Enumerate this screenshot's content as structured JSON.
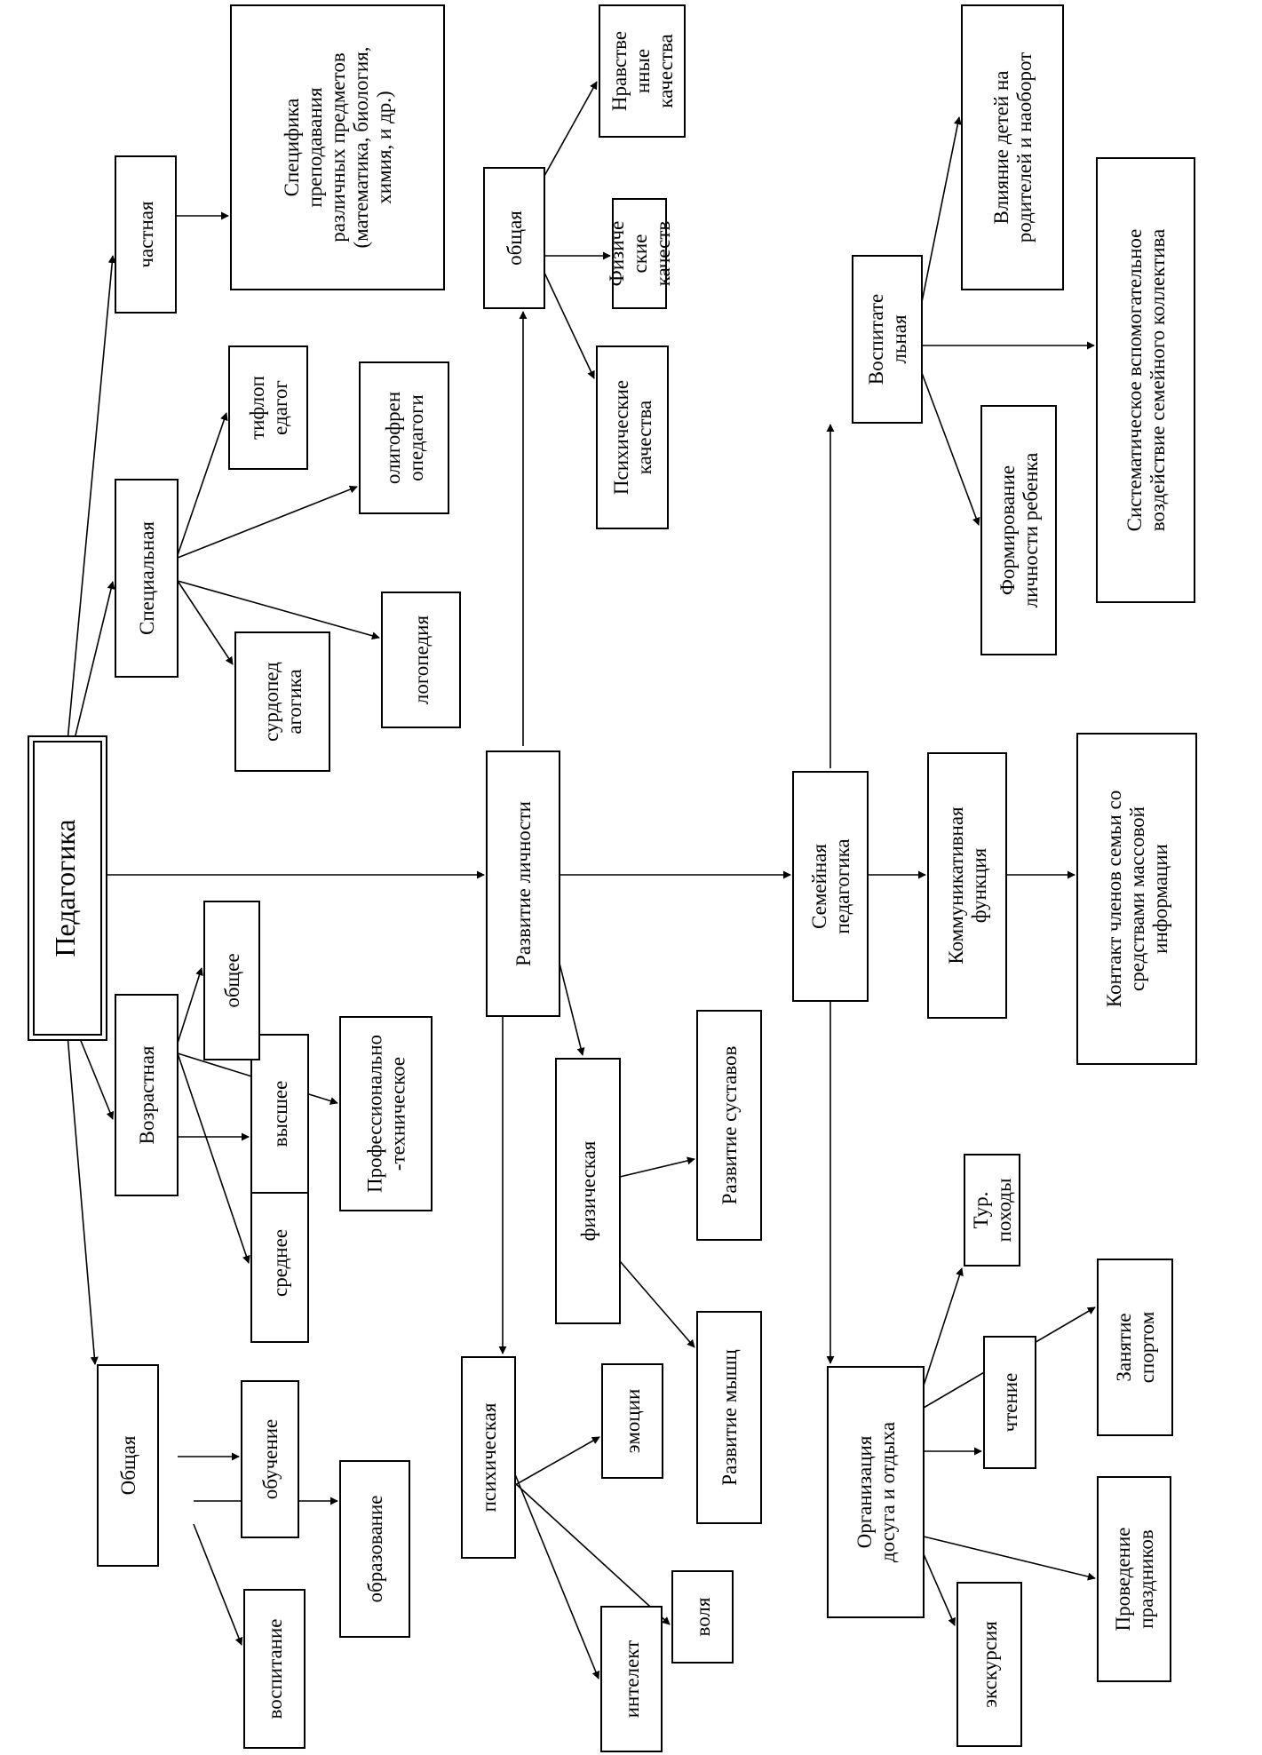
{
  "diagram": {
    "root": "Педагогика",
    "nodes": {
      "obshchaya": "Общая",
      "vospitanie": "воспитание",
      "obrazovanie": "образование",
      "obuchenie": "обучение",
      "vozrastnaya": "Возрастная",
      "srednee": "среднее",
      "prof": "Профессионально\n-техническое",
      "vysshee": "высшее",
      "obshchee": "общее",
      "specialnaya": "Специальная",
      "surdo": "сурдопед\nагогика",
      "logopediya": "логопедия",
      "oligo": "олигофрен\nопедагоги",
      "tiflo": "тифлоп\nедагог",
      "chastnaya": "частная",
      "specifika": "Специфика\nпреподавания\nразличных предметов\n(математика, биология,\nхимия, и др.)",
      "razvitie": "Развитие личности",
      "psikhich": "психическая",
      "intelekt": "интелект",
      "volya": "воля",
      "emocii": "эмоции",
      "fizicheskaya": "физическая",
      "myshc": "Развитие мышц",
      "sustav": "Развитие суставов",
      "obshchaya2": "общая",
      "psikh_kach": "Психические\nкачества",
      "fiz_kach": "Физиче\nские\nкачеств",
      "nrav": "Нравстве\nнные\nкачества",
      "semeinaya": "Семейная\nпедагогика",
      "organiz": "Организация\nдосуга и отдыха",
      "ekskursiya": "экскурсия",
      "prazdniki": "Проведение\nпраздников",
      "chtenie": "чтение",
      "sport": "Занятие\nспортом",
      "tur": "Тур.\nпоходы",
      "kommunik": "Коммуникативная\nфункция",
      "kontakt": "Контакт членов семьи со\nсредствами массовой\nинформации",
      "vospit": "Воспитате\nльная",
      "formir": "Формирование\nличности ребенка",
      "vliyanie": "Влияние детей на\nродителей и наоборот",
      "sistem": "Систематическое вспомогательное\nвоздействие семейного коллектива"
    }
  }
}
